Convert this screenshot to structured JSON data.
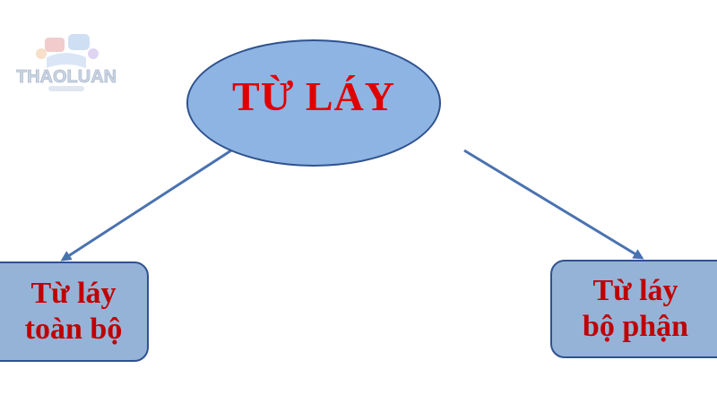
{
  "diagram": {
    "root": {
      "label": "TỪ LÁY"
    },
    "children": [
      {
        "line1": "Từ láy",
        "line2": "toàn bộ"
      },
      {
        "line1": "Từ láy",
        "line2": "bộ phận"
      }
    ]
  },
  "watermark": {
    "text": "THAOLUAN",
    "icon": "thaoluan-logo-icon"
  },
  "colors": {
    "node_fill": "#8eb4e3",
    "node_border": "#2f528f",
    "root_text": "#e00000",
    "child_text": "#c00000",
    "arrow": "#4a72b0"
  }
}
